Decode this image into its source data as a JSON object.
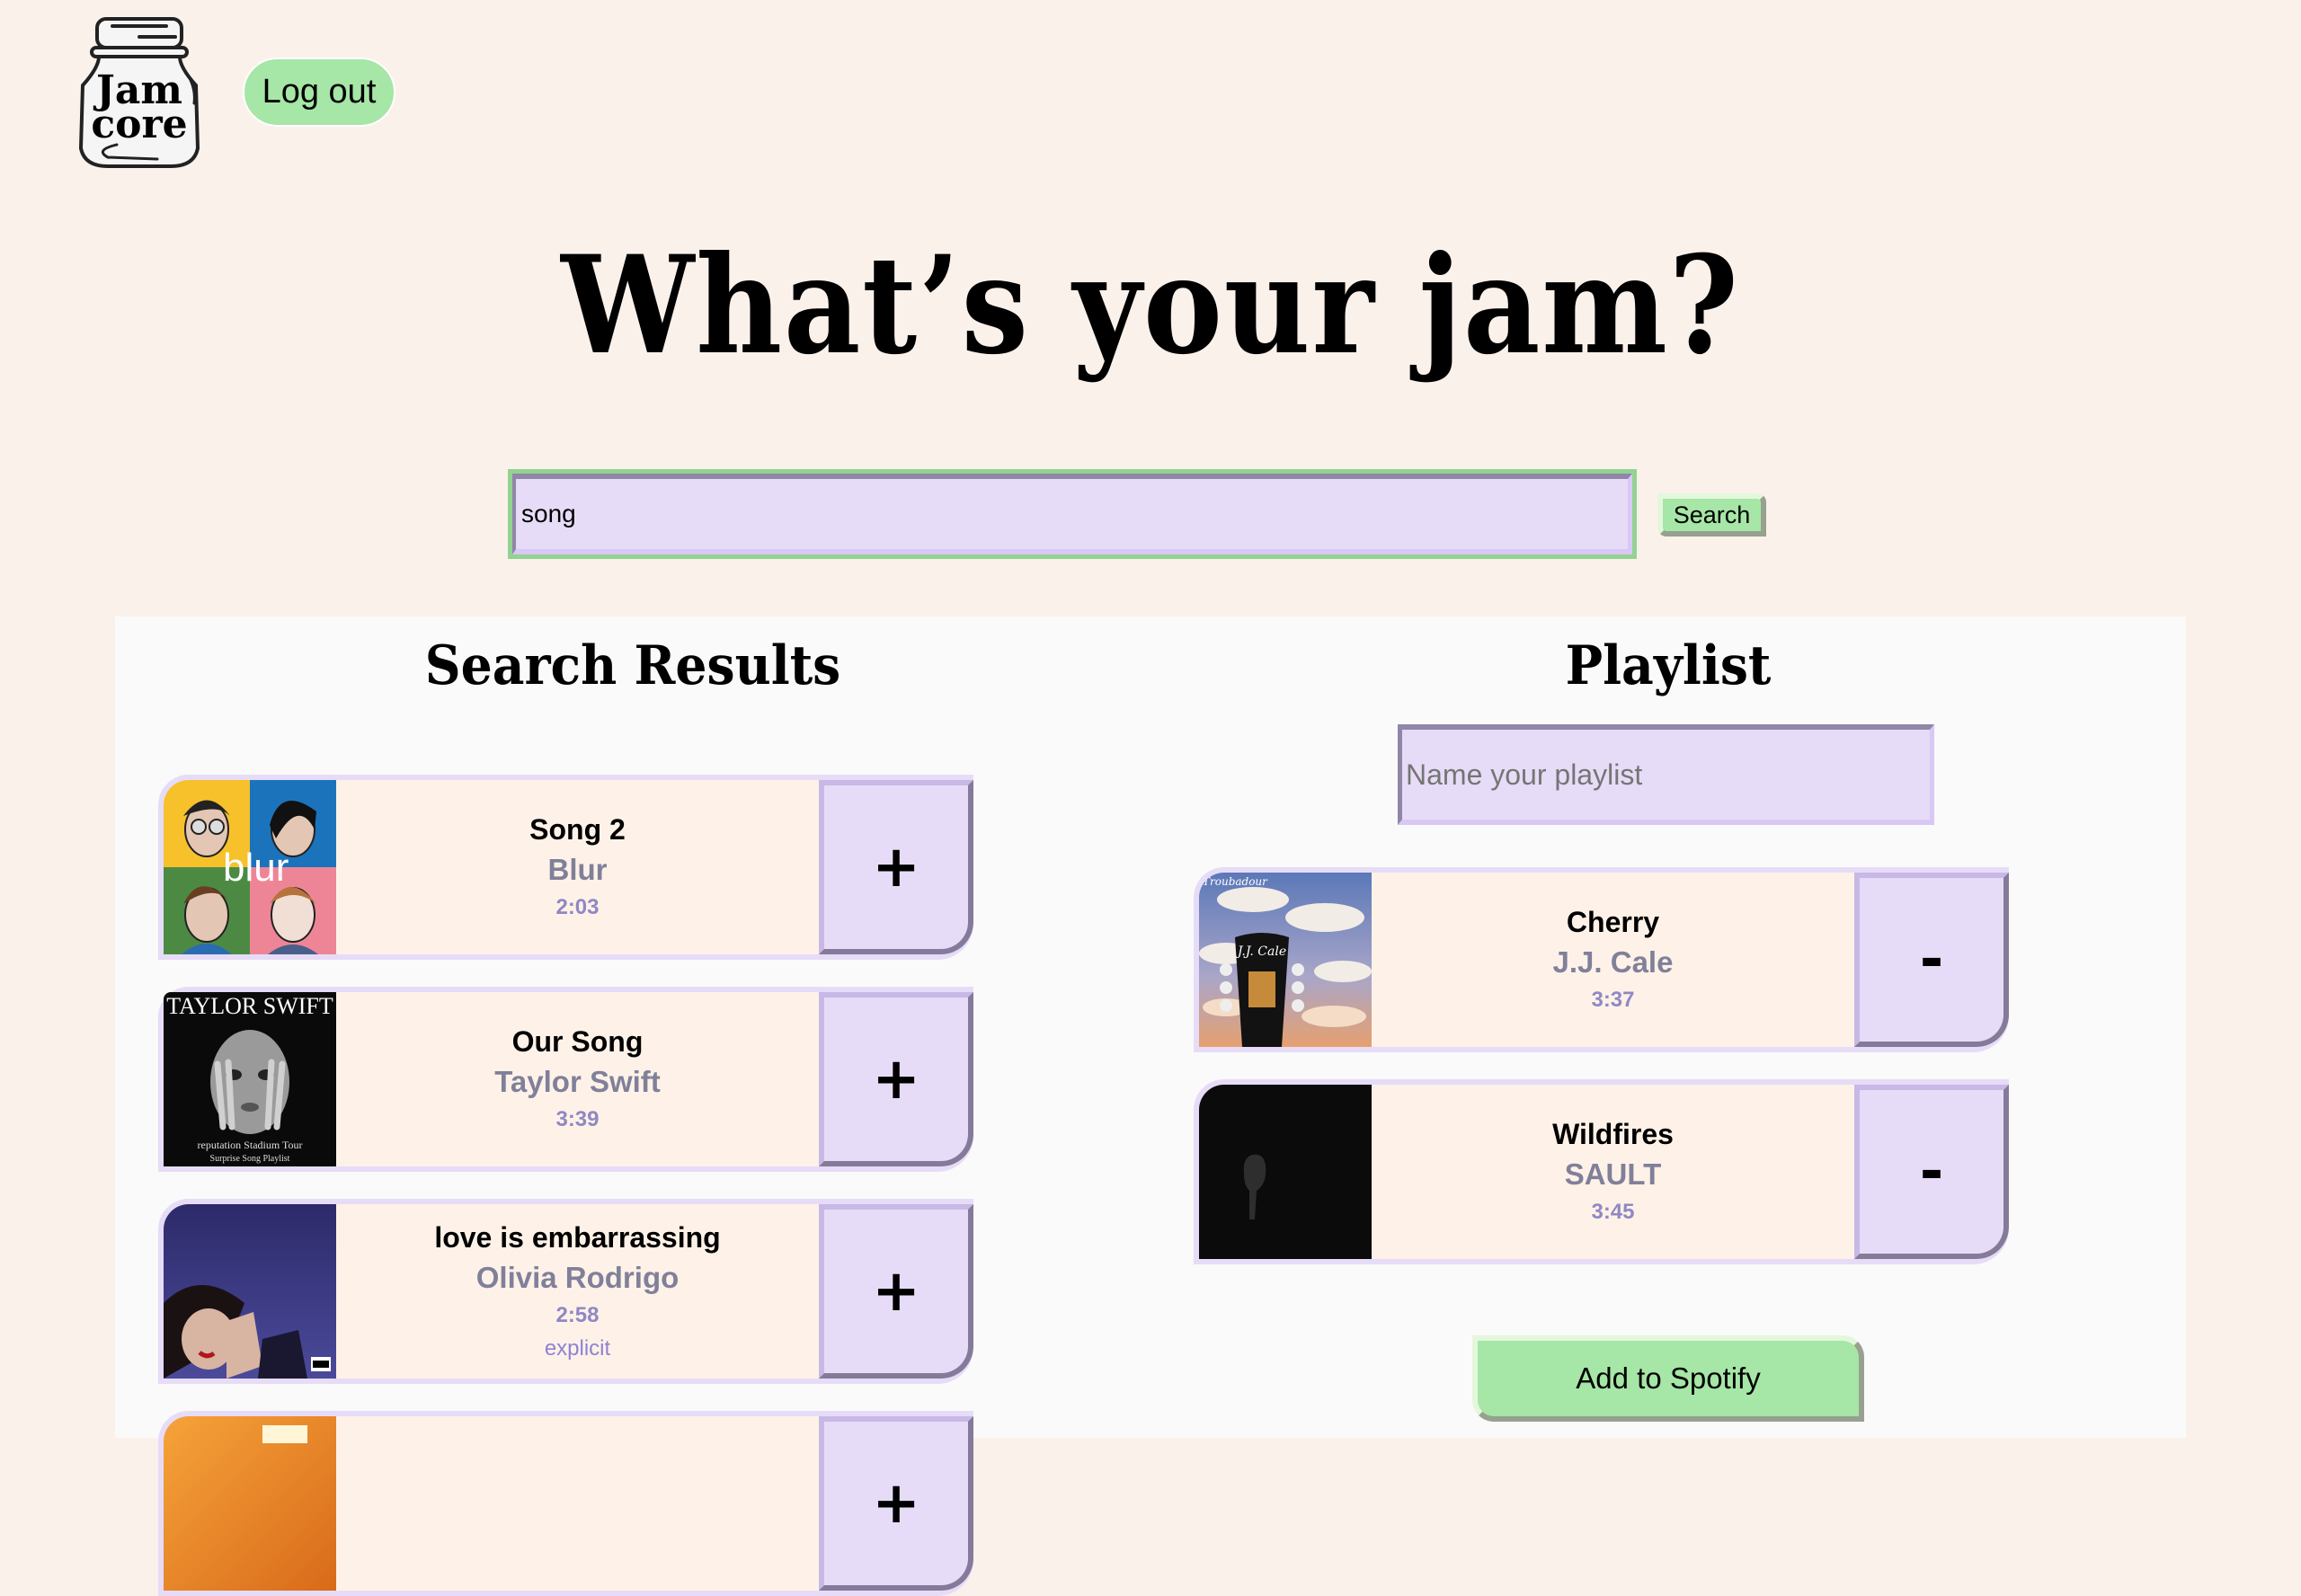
{
  "header": {
    "logo_text": [
      "Jam",
      "core"
    ],
    "logout_label": "Log out"
  },
  "hero": {
    "title": "What’s your jam?"
  },
  "search": {
    "value": "song",
    "button_label": "Search"
  },
  "results": {
    "title": "Search Results",
    "tracks": [
      {
        "name": "Song 2",
        "artist": "Blur",
        "duration": "2:03",
        "explicit": "",
        "action": "+"
      },
      {
        "name": "Our Song",
        "artist": "Taylor Swift",
        "duration": "3:39",
        "explicit": "",
        "action": "+"
      },
      {
        "name": "love is embarrassing",
        "artist": "Olivia Rodrigo",
        "duration": "2:58",
        "explicit": "explicit",
        "action": "+"
      },
      {
        "name": "",
        "artist": "",
        "duration": "",
        "explicit": "",
        "action": "+"
      }
    ]
  },
  "playlist": {
    "title": "Playlist",
    "name_placeholder": "Name your playlist",
    "name_value": "",
    "tracks": [
      {
        "name": "Cherry",
        "artist": "J.J. Cale",
        "duration": "3:37",
        "action": "-"
      },
      {
        "name": "Wildfires",
        "artist": "SAULT",
        "duration": "3:45",
        "action": "-"
      }
    ],
    "save_label": "Add to Spotify"
  },
  "album_art_text": {
    "blur": "blur",
    "taylor_top": "TAYLOR SWIFT",
    "taylor_bottom1": "reputation Stadium Tour",
    "taylor_bottom2": "Surprise Song Playlist",
    "jjcale_top": "Troubadour",
    "jjcale_name": "J.J. Cale"
  },
  "colors": {
    "page_bg": "#fbf1eb",
    "panel_bg": "#fafafa",
    "green": "#a6e6a6",
    "lavender": "#e7dcf7",
    "card_info_bg": "#fef2e8",
    "artist_text": "#81809a",
    "duration_text": "#9088c4"
  }
}
